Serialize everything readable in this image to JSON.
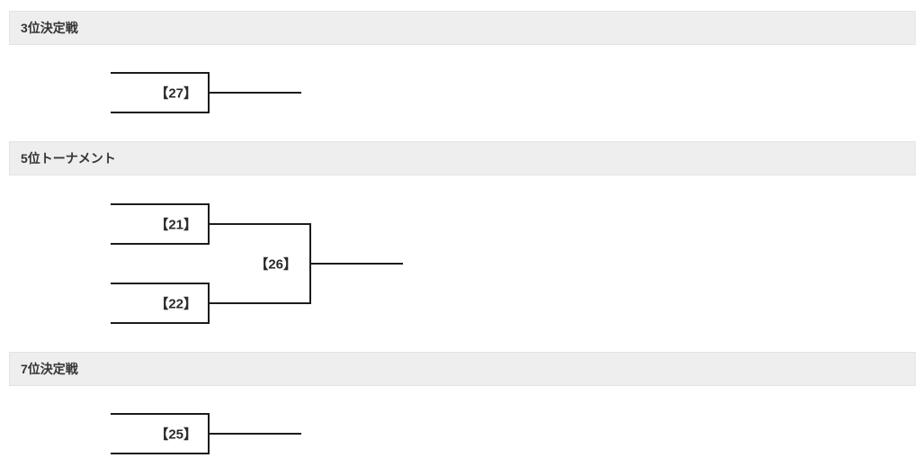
{
  "sections": [
    {
      "title": "3位決定戦",
      "matches": [
        {
          "number": "27",
          "label": "【27】"
        }
      ]
    },
    {
      "title": "5位トーナメント",
      "matches": [
        {
          "number": "21",
          "label": "【21】"
        },
        {
          "number": "22",
          "label": "【22】"
        },
        {
          "number": "26",
          "label": "【26】"
        }
      ]
    },
    {
      "title": "7位決定戦",
      "matches": [
        {
          "number": "25",
          "label": "【25】"
        }
      ]
    }
  ],
  "theme": {
    "page_bg": "#ffffff",
    "header_bg": "#eeeeee",
    "header_border": "#e3e3e3",
    "header_text_color": "#333333",
    "bracket_line_color": "#1c1c1c",
    "label_color": "#2b2b2b"
  }
}
